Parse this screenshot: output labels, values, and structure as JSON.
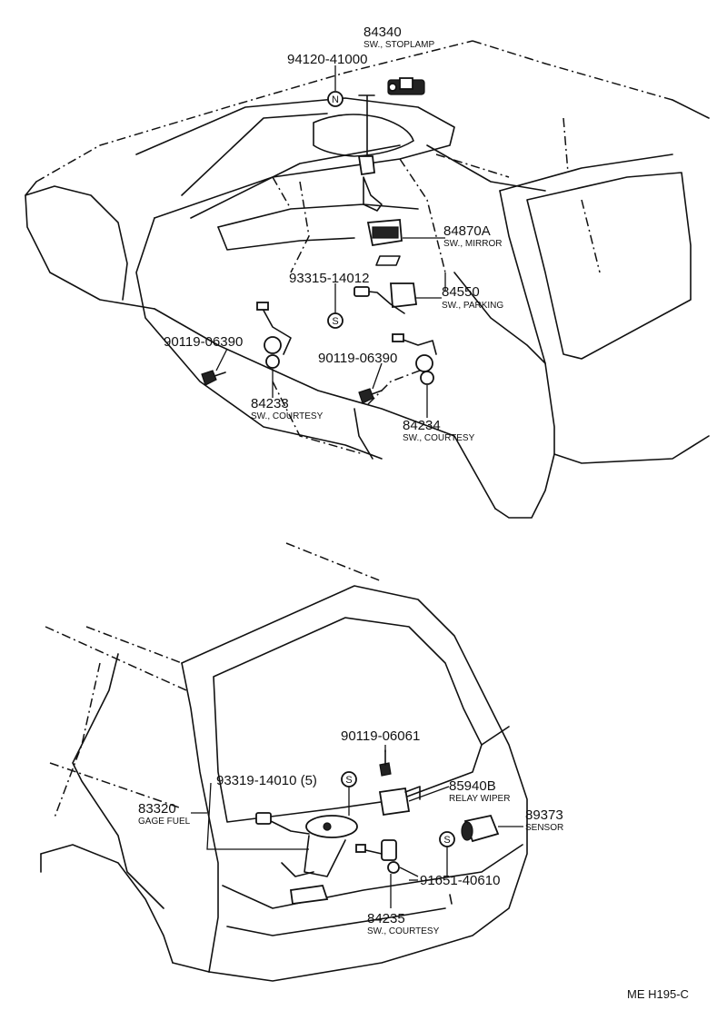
{
  "callouts": [
    {
      "id": "84340",
      "number": "84340",
      "desc": "SW., STOPLAMP"
    },
    {
      "id": "94120",
      "number": "94120-41000",
      "desc": ""
    },
    {
      "id": "84870A",
      "number": "84870A",
      "desc": "SW., MIRROR"
    },
    {
      "id": "93315",
      "number": "93315-14012",
      "desc": ""
    },
    {
      "id": "84550",
      "number": "84550",
      "desc": "SW., PARKING"
    },
    {
      "id": "90119a",
      "number": "90119-06390",
      "desc": ""
    },
    {
      "id": "90119b",
      "number": "90119-06390",
      "desc": ""
    },
    {
      "id": "84233",
      "number": "84233",
      "desc": "SW., COURTESY"
    },
    {
      "id": "84234",
      "number": "84234",
      "desc": "SW., COURTESY"
    },
    {
      "id": "90119c",
      "number": "90119-06061",
      "desc": ""
    },
    {
      "id": "93319",
      "number": "93319-14010 (5)",
      "desc": ""
    },
    {
      "id": "85940B",
      "number": "85940B",
      "desc": "RELAY WIPER"
    },
    {
      "id": "83320",
      "number": "83320",
      "desc": "GAGE FUEL"
    },
    {
      "id": "89373",
      "number": "89373",
      "desc": "SENSOR"
    },
    {
      "id": "91651",
      "number": "91651-40610",
      "desc": ""
    },
    {
      "id": "84235",
      "number": "84235",
      "desc": "SW., COURTESY"
    }
  ],
  "symbols": {
    "n": "N",
    "s": "S"
  },
  "figure_code": "ME H195-C"
}
